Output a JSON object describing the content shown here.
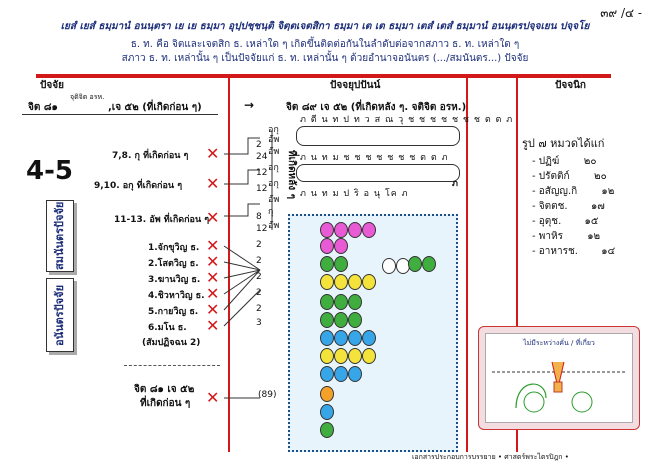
{
  "page_number": "๓๙ /๔ -",
  "header": {
    "pali": "เยสํ เยสํ ธมฺมานํ อนนฺตรา เย เย ธมฺมา อุปฺปชฺชนฺติ จิตฺตเจตสิกา ธมฺมา เต เต ธมฺมา เตสํ เตสํ ธมฺมานํ อนนฺตรปจฺจเยน ปจฺจโย",
    "thai_line1": "ธ. ท. คือ จิตและเจตสิก ธ. เหล่าใด ๆ เกิดขึ้นติดต่อกันในลำดับต่อจากสภาว ธ. ท. เหล่าใด ๆ",
    "thai_line2": "สภาว ธ. ท. เหล่านั้น ๆ เป็นปัจจัยแก่ ธ. ท. เหล่านั้น ๆ ด้วยอำนาจอนันตร (.../สมนันตร...) ปัจจัย"
  },
  "sections": {
    "paccaya": "ปัจจัย",
    "paccayuppanna": "ปัจจยุปปันน์",
    "paccanika": "ปัจจนิก"
  },
  "top_row": {
    "left_main": "จิต ๘๑",
    "left_sup": "จุติจิต อรห.",
    "left_tail": ",เจ ๕๒ (ที่เกิดก่อน ๆ)",
    "arrow": "→",
    "right": "จิต ๘๙ เจ ๕๒ (ที่เกิดหลัง ๆ. จติจิต อรห.)"
  },
  "big_number": "4-5",
  "side_labels": {
    "anantara": "อนันตรปัจจัย",
    "samanantara": "สมนันตรปัจจัย"
  },
  "left_items": [
    "7,8. กุ ที่เกิดก่อน ๆ",
    "9,10. อกุ ที่เกิดก่อน ๆ",
    "11-13. อัพ ที่เกิดก่อน ๆ"
  ],
  "vinnana_items": [
    "1.จักขุวิญ ธ.",
    "2.โสตวิญ ธ.",
    "3.ฆานวิญ ธ.",
    "4.ชิวหาวิญ ธ.",
    "5.กายวิญ ธ.",
    "6.มโน ธ.",
    "(สัมปฏิจฉน 2)"
  ],
  "bottom_left": {
    "line1": "จิต ๘๑ เจ ๕๒",
    "line2": "ที่เกิดก่อน ๆ",
    "count": "(89)"
  },
  "mid_numbers": [
    "2",
    "24",
    "12",
    "12",
    "8",
    "12",
    "2",
    "2",
    "2",
    "2",
    "2",
    "3"
  ],
  "mid_labels": [
    "อัพ",
    "อกุ",
    "อกุ",
    "อัพ",
    "กุ",
    "อัพ",
    "อกุ",
    "อัพ"
  ],
  "vertical_label": "ที่เกิดหลัง ๆ",
  "chain_row1": "ภ ตี น ท ป ท ว ส ณ วุ ช ช ช ช ช ช ช ต ต ภ",
  "chain_row2": "ภ น ท ม ช ช ช ช ช ช ช ต ต ภ",
  "chain_row3": "ภ น ท ม ป ริ อ นุ โค ภ",
  "chain_end": "ภ",
  "rupa_list": {
    "title": "รูป ๗ หมวดได้แก่",
    "items": [
      {
        "name": "ปฏิฆ์",
        "count": "๒๐"
      },
      {
        "name": "ปรัตติก์",
        "count": "๒๐"
      },
      {
        "name": "อสัญญ.กิ",
        "count": "๑๒"
      },
      {
        "name": "จิตตช.",
        "count": "๑๗"
      },
      {
        "name": "อุตุช.",
        "count": "๑๕"
      },
      {
        "name": "พาหิร",
        "count": "๑๒"
      },
      {
        "name": "อาหารช.",
        "count": "๑๔"
      }
    ]
  },
  "picture_caption": "ไม่มีระหว่างคั่น / ที่เกี่ยว",
  "footer": "เอกสารประกอบการบรรยาย • ศาสตร์พระไตรปิฎก •",
  "colors": {
    "accent_red": "#d21818",
    "accent_blue": "#1d2f7a",
    "panel_bg": "#e8f4fb"
  }
}
